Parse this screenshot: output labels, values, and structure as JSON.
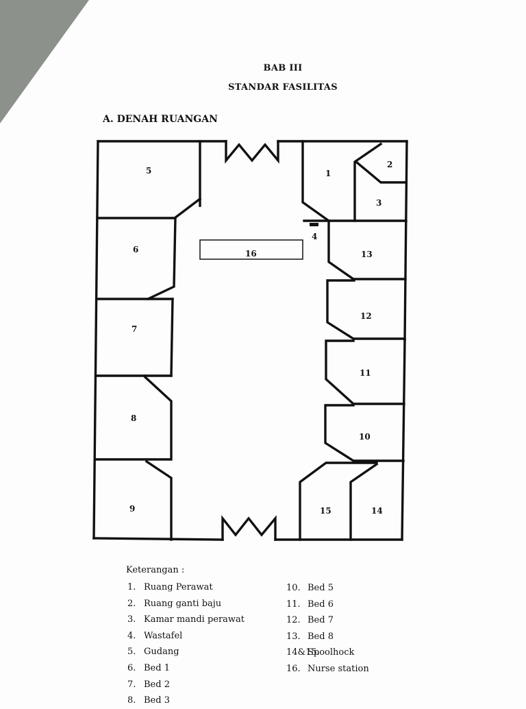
{
  "document": {
    "chapter_label": "BAB III",
    "chapter_title": "STANDAR FASILITAS",
    "section_title": "A. DENAH RUANGAN"
  },
  "floor_plan": {
    "room_numbers": [
      "1",
      "2",
      "3",
      "4",
      "5",
      "6",
      "7",
      "8",
      "9",
      "10",
      "11",
      "12",
      "13",
      "14",
      "15",
      "16"
    ]
  },
  "legend": {
    "title": "Keterangan :",
    "left_items": [
      {
        "num": "1.",
        "label": "Ruang Perawat"
      },
      {
        "num": "2.",
        "label": "Ruang ganti baju"
      },
      {
        "num": "3.",
        "label": "Kamar mandi perawat"
      },
      {
        "num": "4.",
        "label": "Wastafel"
      },
      {
        "num": "5.",
        "label": "Gudang"
      },
      {
        "num": "6.",
        "label": "Bed 1"
      },
      {
        "num": "7.",
        "label": "Bed 2"
      },
      {
        "num": "8.",
        "label": "Bed 3"
      }
    ],
    "right_items": [
      {
        "num": "10.",
        "label": "Bed 5"
      },
      {
        "num": "11.",
        "label": "Bed 6"
      },
      {
        "num": "12.",
        "label": "Bed 7"
      },
      {
        "num": "13.",
        "label": "Bed 8"
      },
      {
        "num": "14&15.",
        "label": "Spoolhock"
      },
      {
        "num": "16.",
        "label": "Nurse station"
      }
    ]
  }
}
